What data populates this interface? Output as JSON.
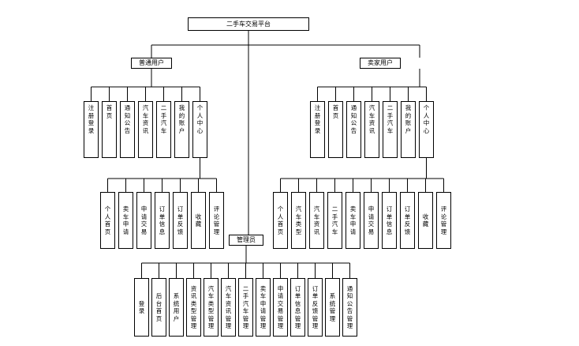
{
  "root": {
    "label": "二手车交易平台"
  },
  "user": {
    "label": "普通用户",
    "items": [
      "注册登录",
      "首页",
      "通知公告",
      "汽车资讯",
      "二手汽车",
      "我的账户",
      "个人中心"
    ],
    "center": [
      "个人首页",
      "卖车申请",
      "申请交易",
      "订单信息",
      "订单反馈",
      "收藏",
      "评论管理"
    ]
  },
  "seller": {
    "label": "卖家用户",
    "items": [
      "注册登录",
      "首页",
      "通知公告",
      "汽车资讯",
      "二手汽车",
      "我的账户",
      "个人中心"
    ],
    "center": [
      "个人首页",
      "汽车类型",
      "汽车资讯",
      "二手汽车",
      "卖车申请",
      "申请交易",
      "订单信息",
      "订单反馈",
      "收藏",
      "评论管理"
    ]
  },
  "admin": {
    "label": "管理员",
    "items": [
      "登录",
      "后台首页",
      "系统用户",
      "资讯类型管理",
      "汽车类型管理",
      "汽车资讯管理",
      "二手汽车管理",
      "卖车申请管理",
      "申请交易管理",
      "订单信息管理",
      "订单反馈管理",
      "系统管理",
      "通知公告管理"
    ]
  }
}
